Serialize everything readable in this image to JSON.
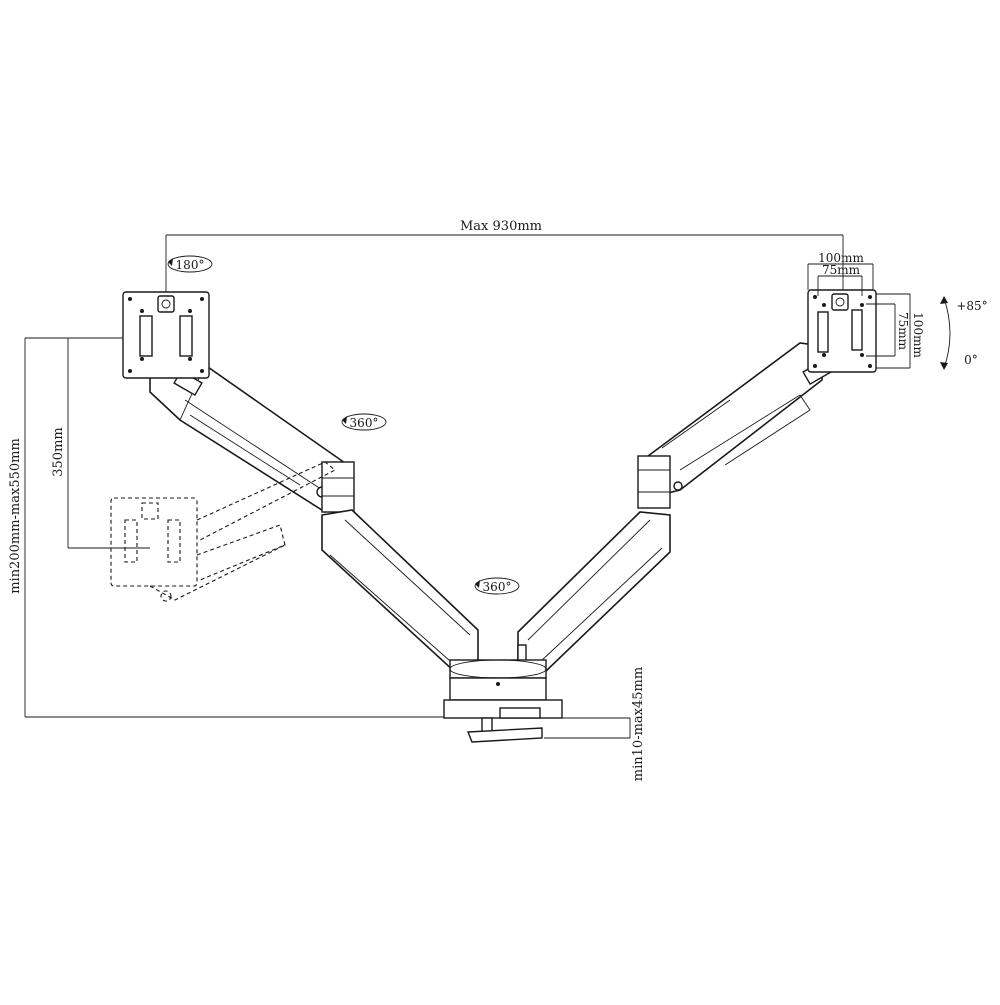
{
  "dimensions": {
    "max_reach": "Max 930mm",
    "vesa_outer": "100mm",
    "vesa_inner": "75mm",
    "vesa_outer_vertical": "100mm",
    "vesa_inner_vertical": "75mm",
    "height_range": "min200mm-max550mm",
    "vertical_travel": "350mm",
    "clamp_range": "min10-max45mm"
  },
  "rotations": {
    "screen_rotation": "180°",
    "elbow_swivel": "360°",
    "base_swivel": "360°",
    "tilt_max": "+85°",
    "tilt_min": "0°"
  }
}
